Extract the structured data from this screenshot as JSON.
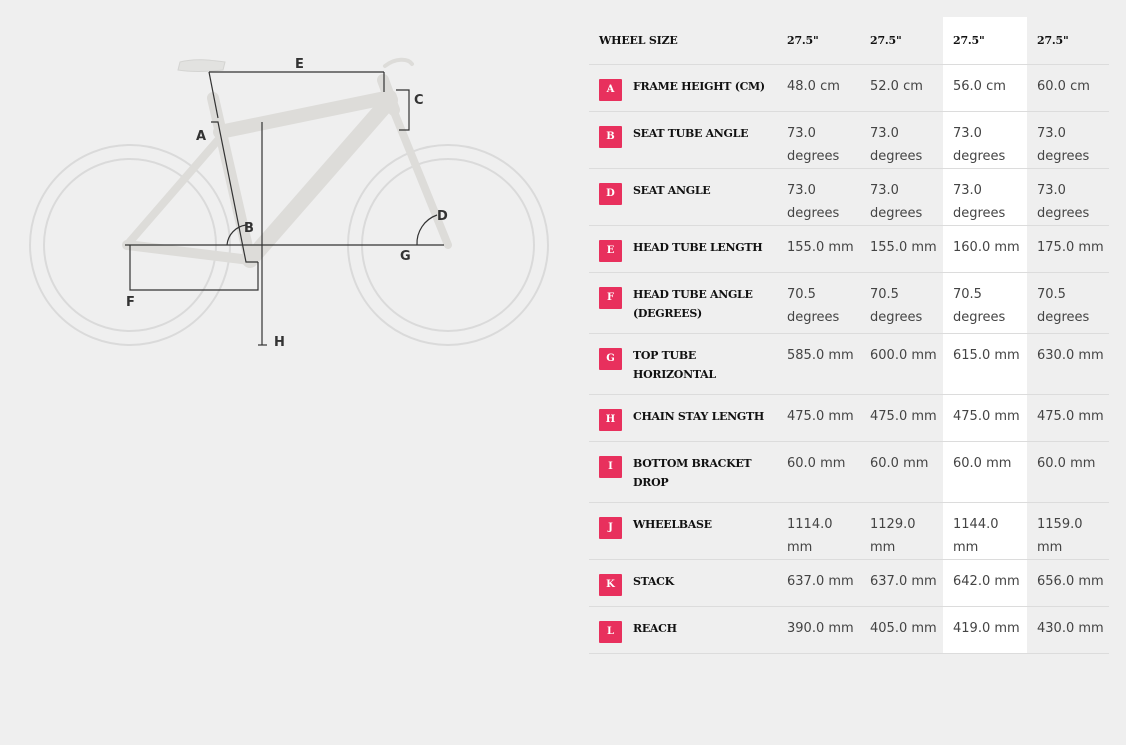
{
  "diagram": {
    "labels": {
      "A": "A",
      "B": "B",
      "C": "C",
      "D": "D",
      "E": "E",
      "F": "F",
      "G": "G",
      "H": "H"
    }
  },
  "table": {
    "header_label": "WHEEL SIZE",
    "sizes": [
      "27.5\"",
      "27.5\"",
      "27.5\"",
      "27.5\""
    ],
    "highlight_column": 3,
    "rows": [
      {
        "letter": "A",
        "label": "FRAME HEIGHT (CM)",
        "values": [
          "48.0 cm",
          "52.0 cm",
          "56.0 cm",
          "60.0 cm"
        ]
      },
      {
        "letter": "B",
        "label": "SEAT TUBE ANGLE",
        "values": [
          "73.0 degrees",
          "73.0 degrees",
          "73.0 degrees",
          "73.0 degrees"
        ]
      },
      {
        "letter": "D",
        "label": "SEAT ANGLE",
        "values": [
          "73.0 degrees",
          "73.0 degrees",
          "73.0 degrees",
          "73.0 degrees"
        ]
      },
      {
        "letter": "E",
        "label": "HEAD TUBE LENGTH",
        "values": [
          "155.0 mm",
          "155.0 mm",
          "160.0 mm",
          "175.0 mm"
        ]
      },
      {
        "letter": "F",
        "label": "HEAD TUBE ANGLE (DEGREES)",
        "values": [
          "70.5 degrees",
          "70.5 degrees",
          "70.5 degrees",
          "70.5 degrees"
        ]
      },
      {
        "letter": "G",
        "label": "TOP TUBE HORIZONTAL",
        "values": [
          "585.0 mm",
          "600.0 mm",
          "615.0 mm",
          "630.0 mm"
        ]
      },
      {
        "letter": "H",
        "label": "CHAIN STAY LENGTH",
        "values": [
          "475.0 mm",
          "475.0 mm",
          "475.0 mm",
          "475.0 mm"
        ]
      },
      {
        "letter": "I",
        "label": "BOTTOM BRACKET DROP",
        "values": [
          "60.0 mm",
          "60.0 mm",
          "60.0 mm",
          "60.0 mm"
        ]
      },
      {
        "letter": "J",
        "label": "WHEELBASE",
        "values": [
          "1114.0 mm",
          "1129.0 mm",
          "1144.0 mm",
          "1159.0 mm"
        ]
      },
      {
        "letter": "K",
        "label": "STACK",
        "values": [
          "637.0 mm",
          "637.0 mm",
          "642.0 mm",
          "656.0 mm"
        ]
      },
      {
        "letter": "L",
        "label": "REACH",
        "values": [
          "390.0 mm",
          "405.0 mm",
          "419.0 mm",
          "430.0 mm"
        ]
      }
    ]
  },
  "colors": {
    "badge": "#e8305d",
    "background": "#efefef",
    "highlight": "#ffffff",
    "frame": "#dcdcd9",
    "wheel": "#d9d9d9",
    "lines": "#333333"
  }
}
